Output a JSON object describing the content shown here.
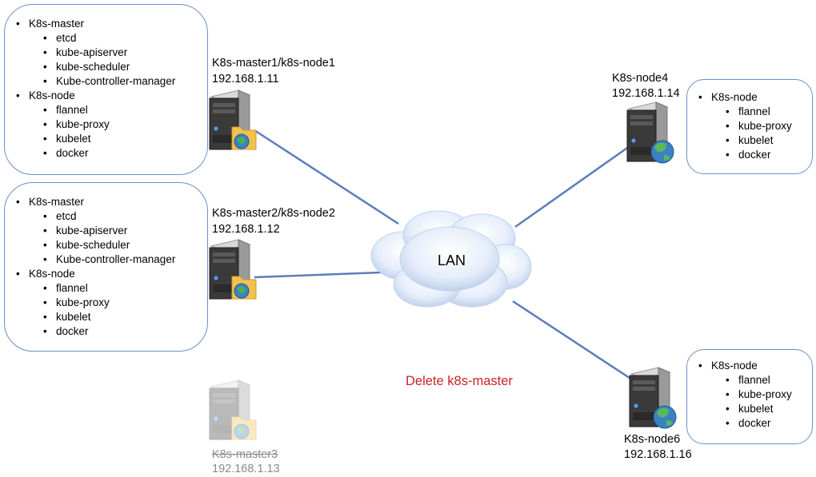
{
  "masters": [
    {
      "label": "K8s-master1/k8s-node1",
      "ip": "192.168.1.11",
      "components": [
        {
          "role": "K8s-master",
          "items": [
            "etcd",
            "kube-apiserver",
            "kube-scheduler",
            "Kube-controller-manager"
          ]
        },
        {
          "role": "K8s-node",
          "items": [
            "flannel",
            "kube-proxy",
            "kubelet",
            "docker"
          ]
        }
      ]
    },
    {
      "label": "K8s-master2/k8s-node2",
      "ip": "192.168.1.12",
      "components": [
        {
          "role": "K8s-master",
          "items": [
            "etcd",
            "kube-apiserver",
            "kube-scheduler",
            "Kube-controller-manager"
          ]
        },
        {
          "role": "K8s-node",
          "items": [
            "flannel",
            "kube-proxy",
            "kubelet",
            "docker"
          ]
        }
      ]
    }
  ],
  "removed_master": {
    "label": "K8s-master3",
    "ip": "192.168.1.13"
  },
  "workers": [
    {
      "label": "K8s-node4",
      "ip": "192.168.1.14",
      "components": [
        {
          "role": "K8s-node",
          "items": [
            "flannel",
            "kube-proxy",
            "kubelet",
            "docker"
          ]
        }
      ]
    },
    {
      "label": "K8s-node6",
      "ip": "192.168.1.16",
      "components": [
        {
          "role": "K8s-node",
          "items": [
            "flannel",
            "kube-proxy",
            "kubelet",
            "docker"
          ]
        }
      ]
    }
  ],
  "network_label": "LAN",
  "annotation": "Delete k8s-master",
  "colors": {
    "box_border": "#6d8fc7",
    "link": "#5b7db9",
    "annotation": "#cc2222",
    "faded_text": "#8a8a8a"
  },
  "icons": {
    "server": "server-tower-icon",
    "folder": "folder-icon",
    "globe": "globe-icon",
    "cloud": "cloud-icon"
  }
}
